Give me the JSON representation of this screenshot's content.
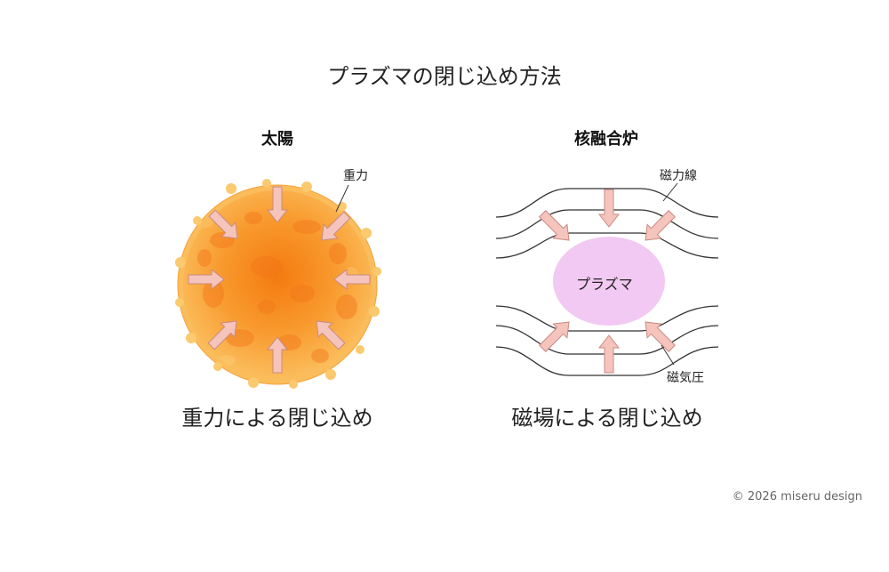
{
  "title": "プラズマの閉じ込め方法",
  "left": {
    "heading": "太陽",
    "label_gravity": "重力",
    "caption": "重力による閉じ込め"
  },
  "right": {
    "heading": "核融合炉",
    "label_field_lines": "磁力線",
    "label_plasma": "プラズマ",
    "label_pressure": "磁気圧",
    "caption": "磁場による閉じ込め"
  },
  "credit": "© 2026 miseru design",
  "colors": {
    "sun_core": "#f7831a",
    "sun_edge": "#fbb958",
    "arrow_fill": "#f4c4bd",
    "arrow_stroke": "#c98a80",
    "plasma": "#f2c9f2",
    "field_line": "#333333"
  }
}
